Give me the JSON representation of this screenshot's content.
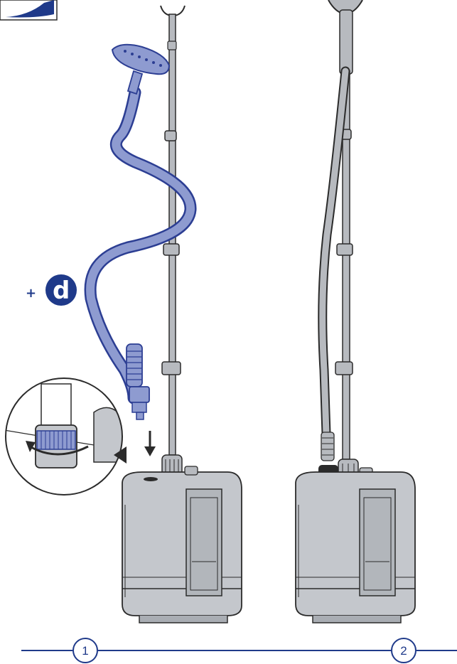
{
  "step1": {
    "number": "1"
  },
  "step2": {
    "number": "2"
  },
  "hint": {
    "plus": "+",
    "part_letter": "d"
  },
  "colors": {
    "accent": "#1f3a8a",
    "hose": "#8e9bd0",
    "hose_outline": "#2c3e93",
    "base_fill": "#c4c7cc",
    "base_dark": "#a9adb3",
    "outline": "#2b2b2b",
    "pole": "#b7babf"
  },
  "icons": {
    "arrow": "down-arrow-icon",
    "rotate": "rotate-arrow-icon"
  }
}
